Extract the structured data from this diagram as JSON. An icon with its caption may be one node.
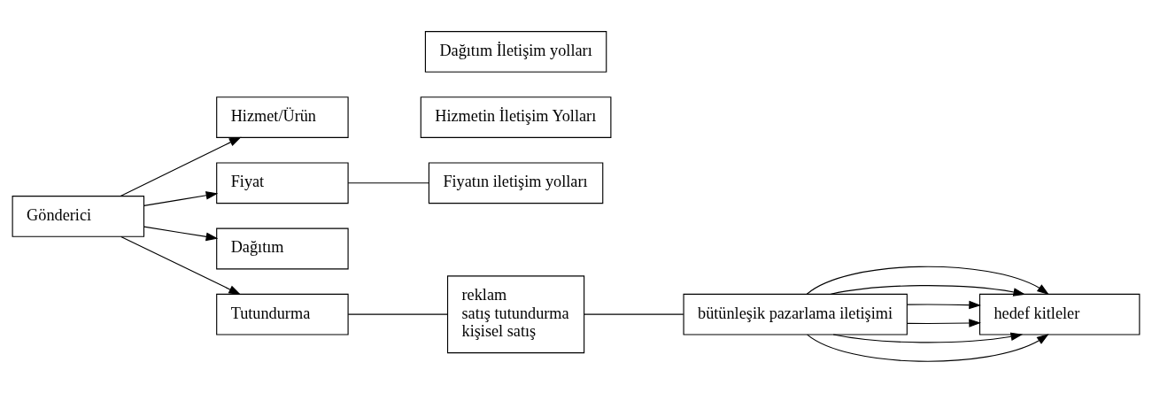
{
  "diagram": {
    "nodes": [
      {
        "text": [
          "Gönderici"
        ]
      },
      {
        "text": [
          "Hizmet/Ürün"
        ]
      },
      {
        "text": [
          "Fiyat"
        ]
      },
      {
        "text": [
          "Dağıtım"
        ]
      },
      {
        "text": [
          "Tutundurma"
        ]
      },
      {
        "text": [
          "Hizmetin İletişim Yolları"
        ]
      },
      {
        "text": [
          "Fiyatın iletişim yolları"
        ]
      },
      {
        "text": [
          "Dağıtım İletişim yolları"
        ]
      },
      {
        "text": [
          "reklam",
          "satış tutundurma",
          "kişisel satış"
        ]
      },
      {
        "text": [
          "bütünleşik pazarlama iletişimi"
        ]
      },
      {
        "text": [
          "hedef kitleler"
        ]
      }
    ],
    "edges": [
      {
        "from": 0,
        "to": 1,
        "arrow": "to"
      },
      {
        "from": 0,
        "to": 2,
        "arrow": "to"
      },
      {
        "from": 0,
        "to": 3,
        "arrow": "to"
      },
      {
        "from": 0,
        "to": 4,
        "arrow": "to"
      },
      {
        "from": 2,
        "to": 6,
        "arrow": "none"
      },
      {
        "from": 4,
        "to": 8,
        "arrow": "none"
      },
      {
        "from": 8,
        "to": 9,
        "arrow": "none"
      },
      {
        "from": 9,
        "to": 10,
        "arrow": "to"
      },
      {
        "from": 9,
        "to": 10,
        "arrow": "to"
      },
      {
        "from": 9,
        "to": 10,
        "arrow": "to"
      },
      {
        "from": 9,
        "to": 10,
        "arrow": "to"
      },
      {
        "from": 9,
        "to": 10,
        "arrow": "to"
      },
      {
        "from": 9,
        "to": 10,
        "arrow": "to"
      }
    ]
  }
}
